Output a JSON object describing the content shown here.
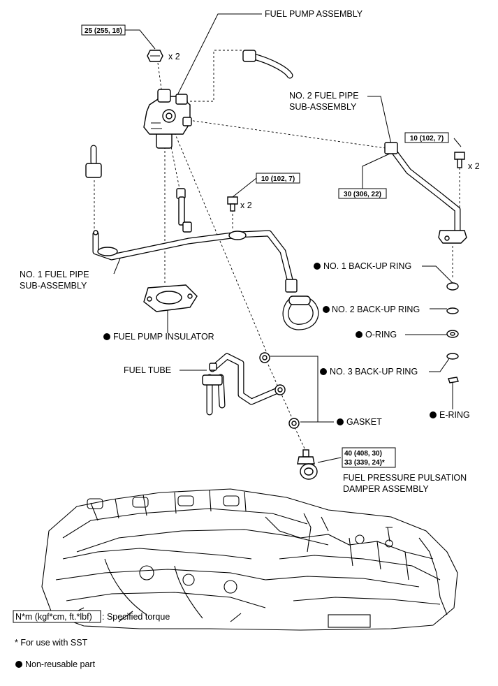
{
  "labels": {
    "fuel_pump_assembly": "FUEL PUMP ASSEMBLY",
    "no2_fuel_pipe_line1": "NO. 2 FUEL PIPE",
    "no2_fuel_pipe_line2": "SUB-ASSEMBLY",
    "no1_fuel_pipe_line1": "NO. 1 FUEL PIPE",
    "no1_fuel_pipe_line2": "SUB-ASSEMBLY",
    "no1_backup_ring": "NO. 1 BACK-UP RING",
    "no2_backup_ring": "NO. 2 BACK-UP RING",
    "o_ring": "O-RING",
    "fuel_pump_insulator": "FUEL PUMP INSULATOR",
    "fuel_tube": "FUEL TUBE",
    "no3_backup_ring": "NO. 3 BACK-UP RING",
    "e_ring": "E-RING",
    "gasket": "GASKET",
    "damper_line1": "FUEL PRESSURE PULSATION",
    "damper_line2": "DAMPER ASSEMBLY"
  },
  "torques": {
    "pump_nut": "25 (255, 18)",
    "pipe2_bolt": "10 (102, 7)",
    "pipe1_bolt": "10 (102, 7)",
    "pipe2_union": "30 (306, 22)",
    "damper_line1": "40 (408, 30)",
    "damper_line2": "33 (339, 24)*"
  },
  "quantities": {
    "pump_nut": "x 2",
    "pipe2_bolt": "x 2",
    "pipe1_bolt": "x 2"
  },
  "legend": {
    "torque_box": "N*m (kgf*cm, ft.*lbf)",
    "torque_desc": ": Specified torque",
    "sst_note": "* For use with SST",
    "nonreusable": "Non-reusable part"
  }
}
